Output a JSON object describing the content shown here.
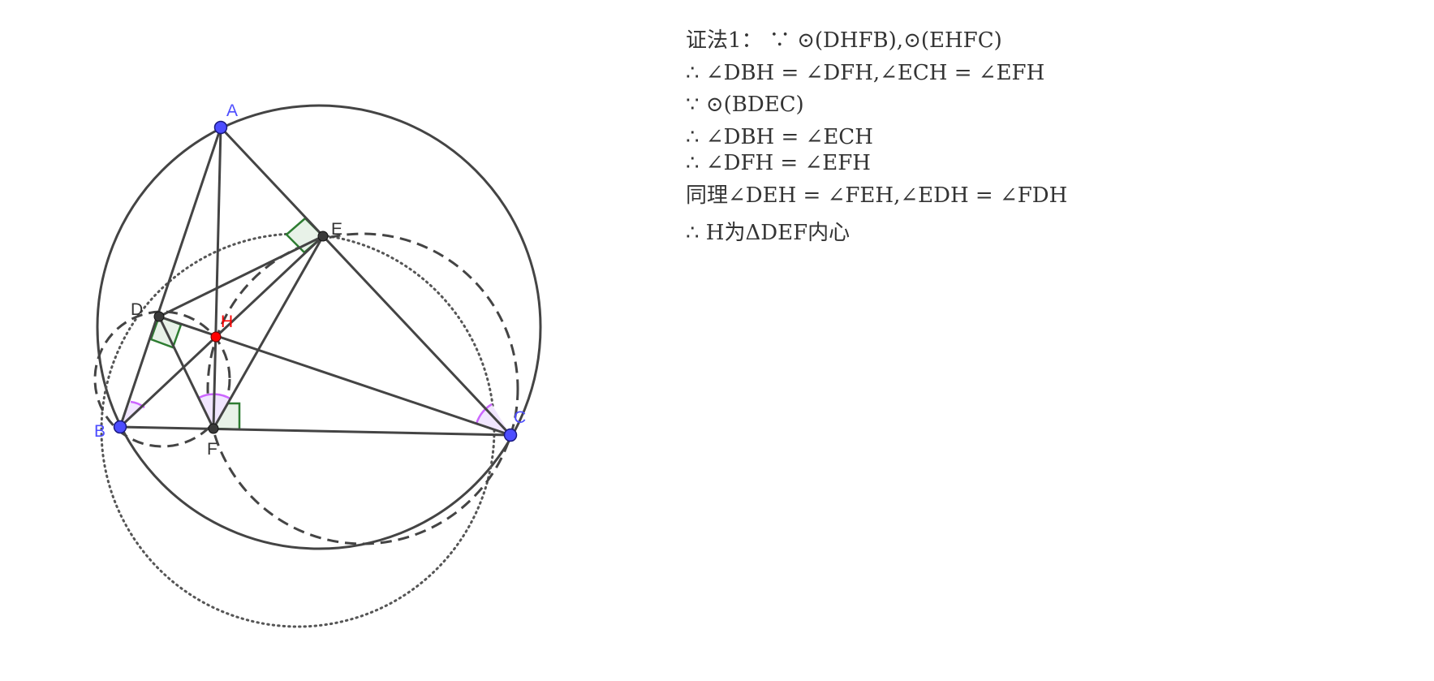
{
  "figure": {
    "points": [
      {
        "id": "A",
        "label": "A",
        "kind": "vertex"
      },
      {
        "id": "B",
        "label": "B",
        "kind": "vertex"
      },
      {
        "id": "C",
        "label": "C",
        "kind": "vertex"
      },
      {
        "id": "D",
        "label": "D",
        "kind": "foot"
      },
      {
        "id": "E",
        "label": "E",
        "kind": "foot"
      },
      {
        "id": "F",
        "label": "F",
        "kind": "foot"
      },
      {
        "id": "H",
        "label": "H",
        "kind": "orthocenter"
      }
    ],
    "colors": {
      "vertex": "#4d4dff",
      "foot": "#3a3a3a",
      "orthocenter": "#ff0000",
      "line": "#444444",
      "right_angle": "#2e7d32",
      "right_angle_fill": "#e8f2e8",
      "angle_arc": "#cc66ff",
      "angle_fill": "#f1e6ff"
    }
  },
  "proof": {
    "lines": [
      "证法1：  ∵ ⊙(DHFB),⊙(EHFC)",
      "∴ ∠DBH = ∠DFH,∠ECH = ∠EFH",
      "∵ ⊙(BDEC)",
      "∴ ∠DBH = ∠ECH",
      "∴ ∠DFH = ∠EFH",
      "同理∠DEH = ∠FEH,∠EDH = ∠FDH",
      "∴ H为ΔDEF内心"
    ]
  }
}
